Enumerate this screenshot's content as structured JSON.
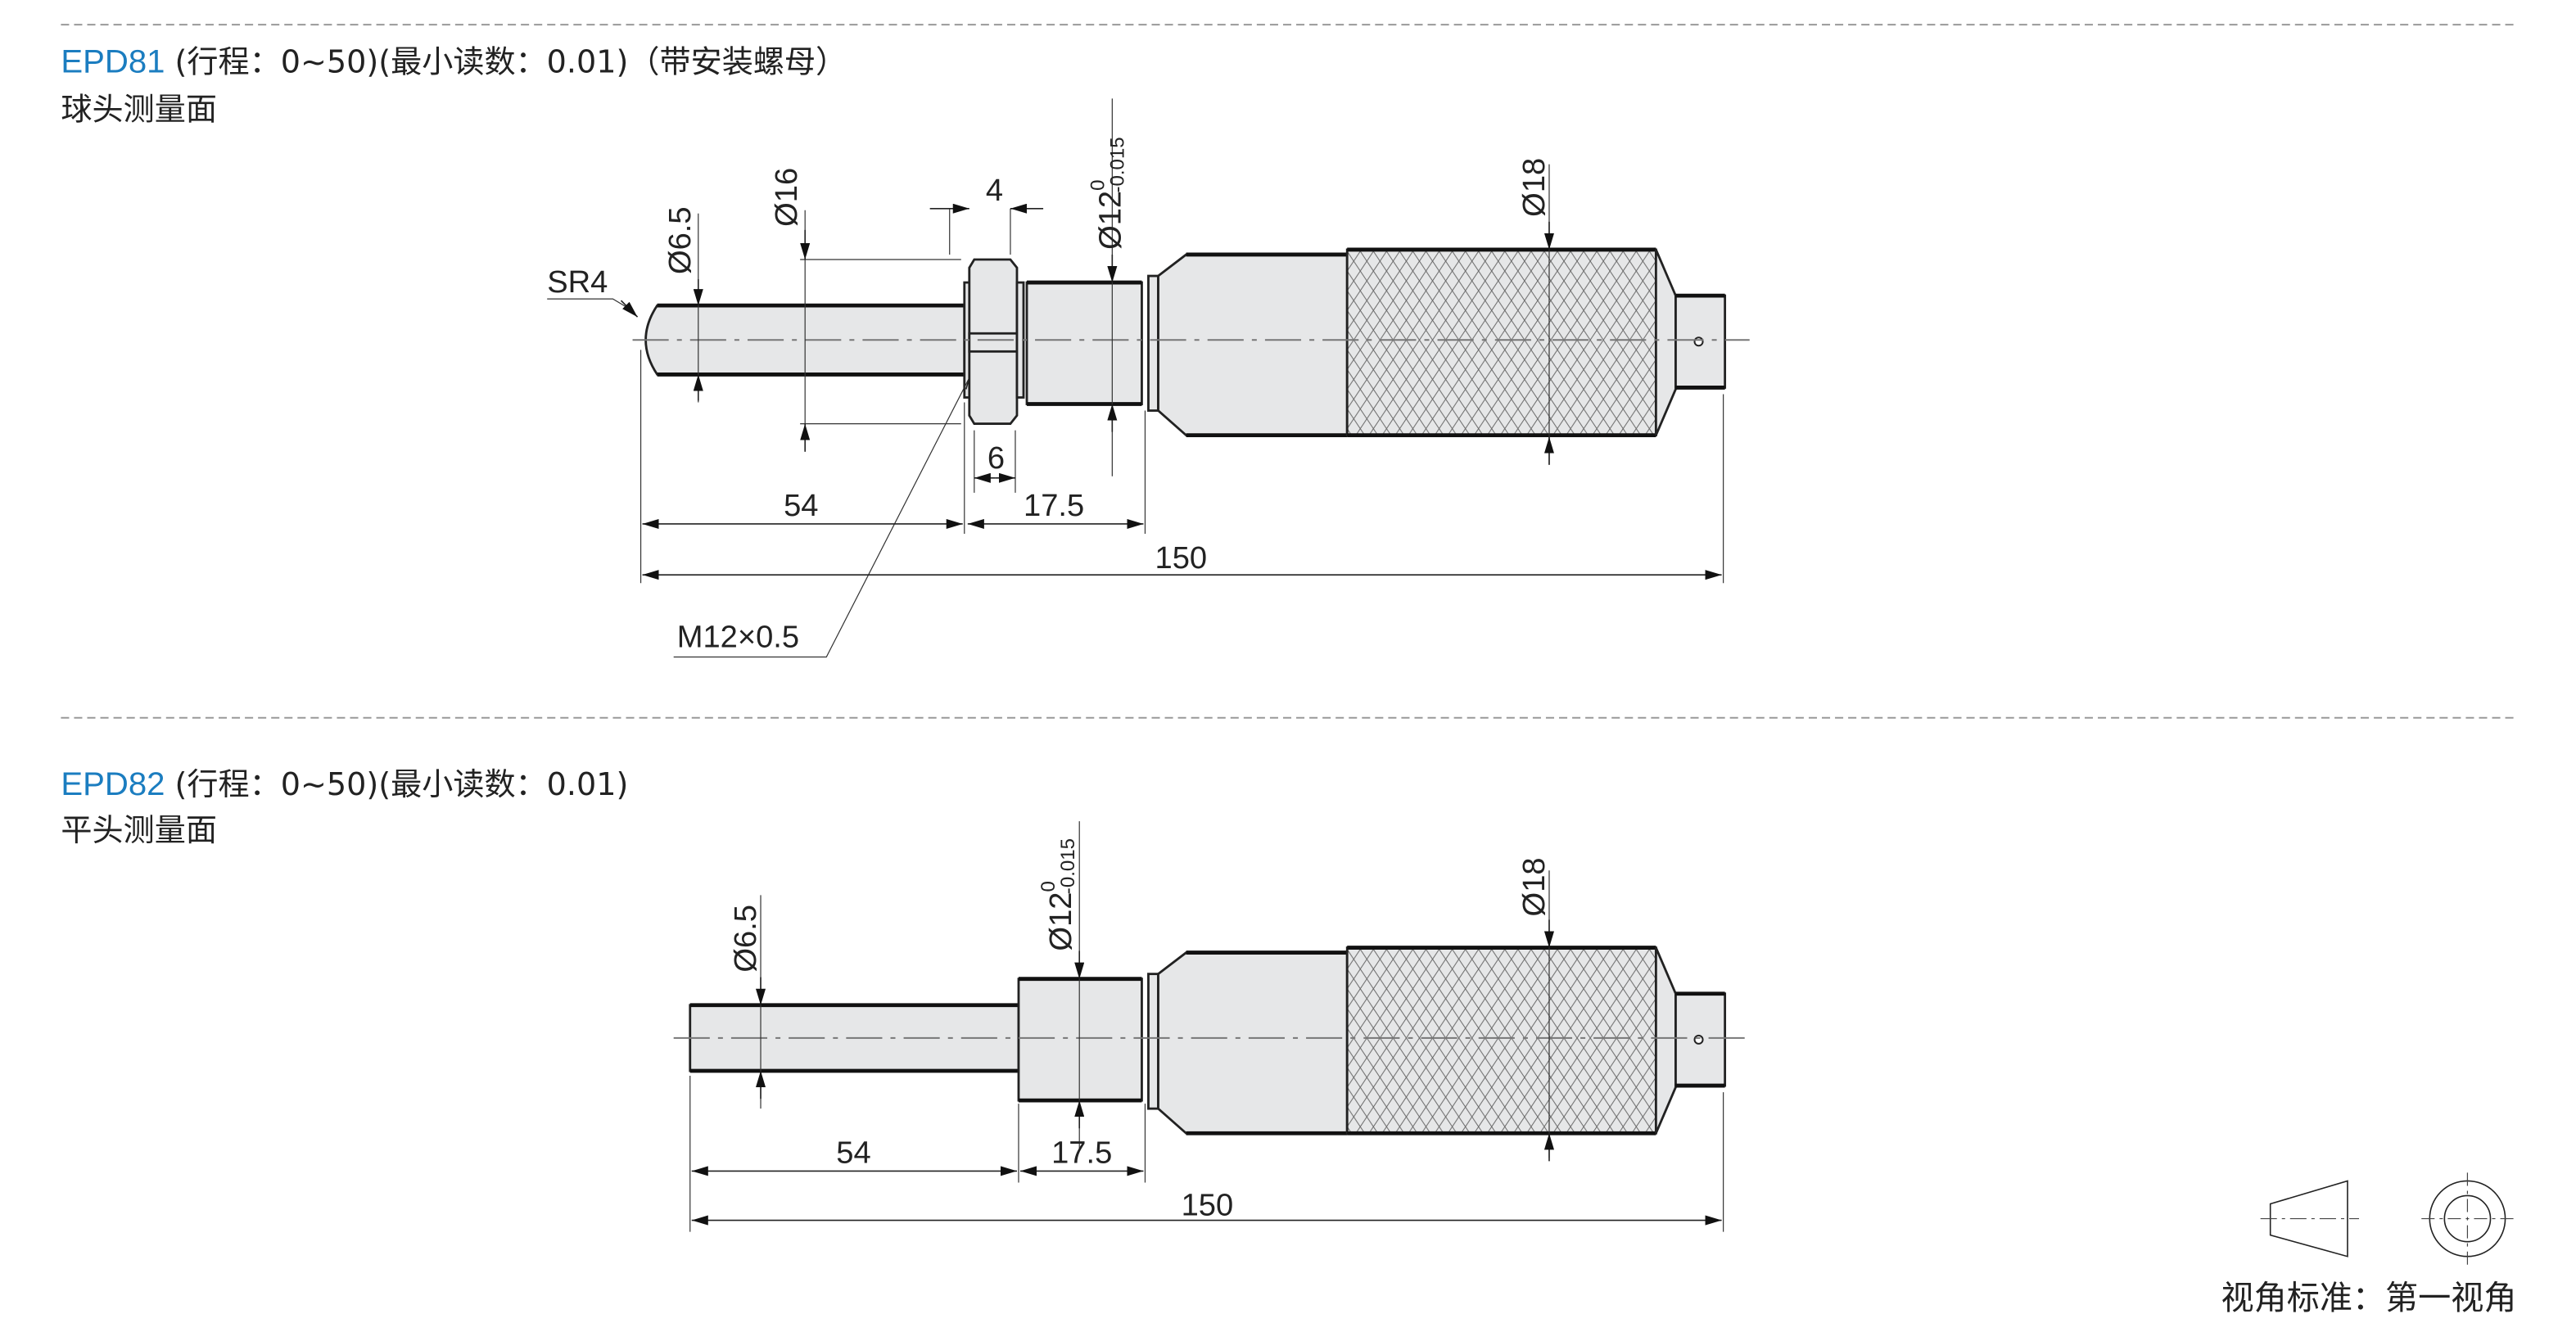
{
  "colors": {
    "model": "#1b7dc0",
    "line": "#222222",
    "fill": "#e6e7e8"
  },
  "sections": [
    {
      "model": "EPD81",
      "spec": "(行程：0~50)(最小读数：0.01)（带安装螺母）",
      "subtitle": "球头测量面",
      "dims": {
        "sr": "SR4",
        "d_tip": "Ø6.5",
        "d_nut": "Ø16",
        "nut_w": "4",
        "d_sleeve": "Ø12",
        "tol_upper": "0",
        "tol_lower": "-0.015",
        "d_thimble": "Ø18",
        "groove": "6",
        "len_shaft": "54",
        "len_sleeve": "17.5",
        "len_total": "150",
        "thread": "M12×0.5"
      }
    },
    {
      "model": "EPD82",
      "spec": "(行程：0~50)(最小读数：0.01)",
      "subtitle": "平头测量面",
      "dims": {
        "d_tip": "Ø6.5",
        "d_sleeve": "Ø12",
        "tol_upper": "0",
        "tol_lower": "-0.015",
        "d_thimble": "Ø18",
        "len_shaft": "54",
        "len_sleeve": "17.5",
        "len_total": "150"
      }
    }
  ],
  "projection": {
    "label": "视角标准：第一视角"
  }
}
